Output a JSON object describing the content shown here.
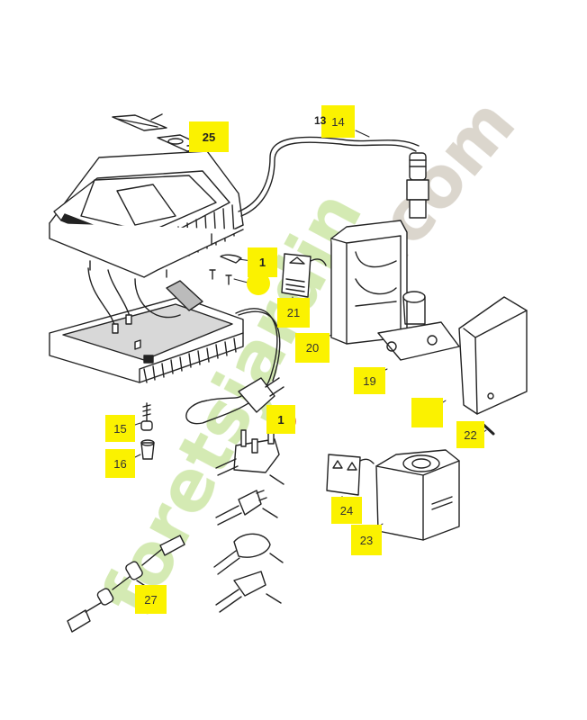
{
  "diagram": {
    "title": "Battery charger exploded parts diagram",
    "callouts": [
      {
        "id": "c25",
        "label": "25"
      },
      {
        "id": "c14",
        "label": "14",
        "prefix": "13"
      },
      {
        "id": "c1a",
        "label": "1"
      },
      {
        "id": "c1b",
        "label": ""
      },
      {
        "id": "c21",
        "label": "21"
      },
      {
        "id": "c20",
        "label": "20"
      },
      {
        "id": "c19",
        "label": "19"
      },
      {
        "id": "c18",
        "label": ""
      },
      {
        "id": "c22",
        "label": "22"
      },
      {
        "id": "c15",
        "label": "15"
      },
      {
        "id": "c16",
        "label": "16"
      },
      {
        "id": "c1c",
        "label": "1"
      },
      {
        "id": "c24",
        "label": "24"
      },
      {
        "id": "c23",
        "label": "23"
      },
      {
        "id": "c27",
        "label": "27"
      }
    ],
    "parts": [
      "charger-housing-top",
      "charger-base-pcb",
      "label-plate",
      "power-cable-with-connector",
      "eu-plug",
      "uk-plug-adapter",
      "us-plug",
      "au-plug",
      "cn-plug",
      "battery-holder",
      "holder-frame",
      "battery-cover",
      "screw",
      "bushing",
      "battery-pack",
      "warning-label",
      "usb-cable"
    ],
    "watermark": {
      "main": "foretsjardin",
      "suffix": ".com"
    },
    "colors": {
      "callout": "#fbf200",
      "line": "#222222",
      "wm_green": "#c6e39a",
      "wm_orange": "#f3b37a",
      "wm_grey": "#cfc8bd",
      "circle": "#e0601c"
    }
  }
}
